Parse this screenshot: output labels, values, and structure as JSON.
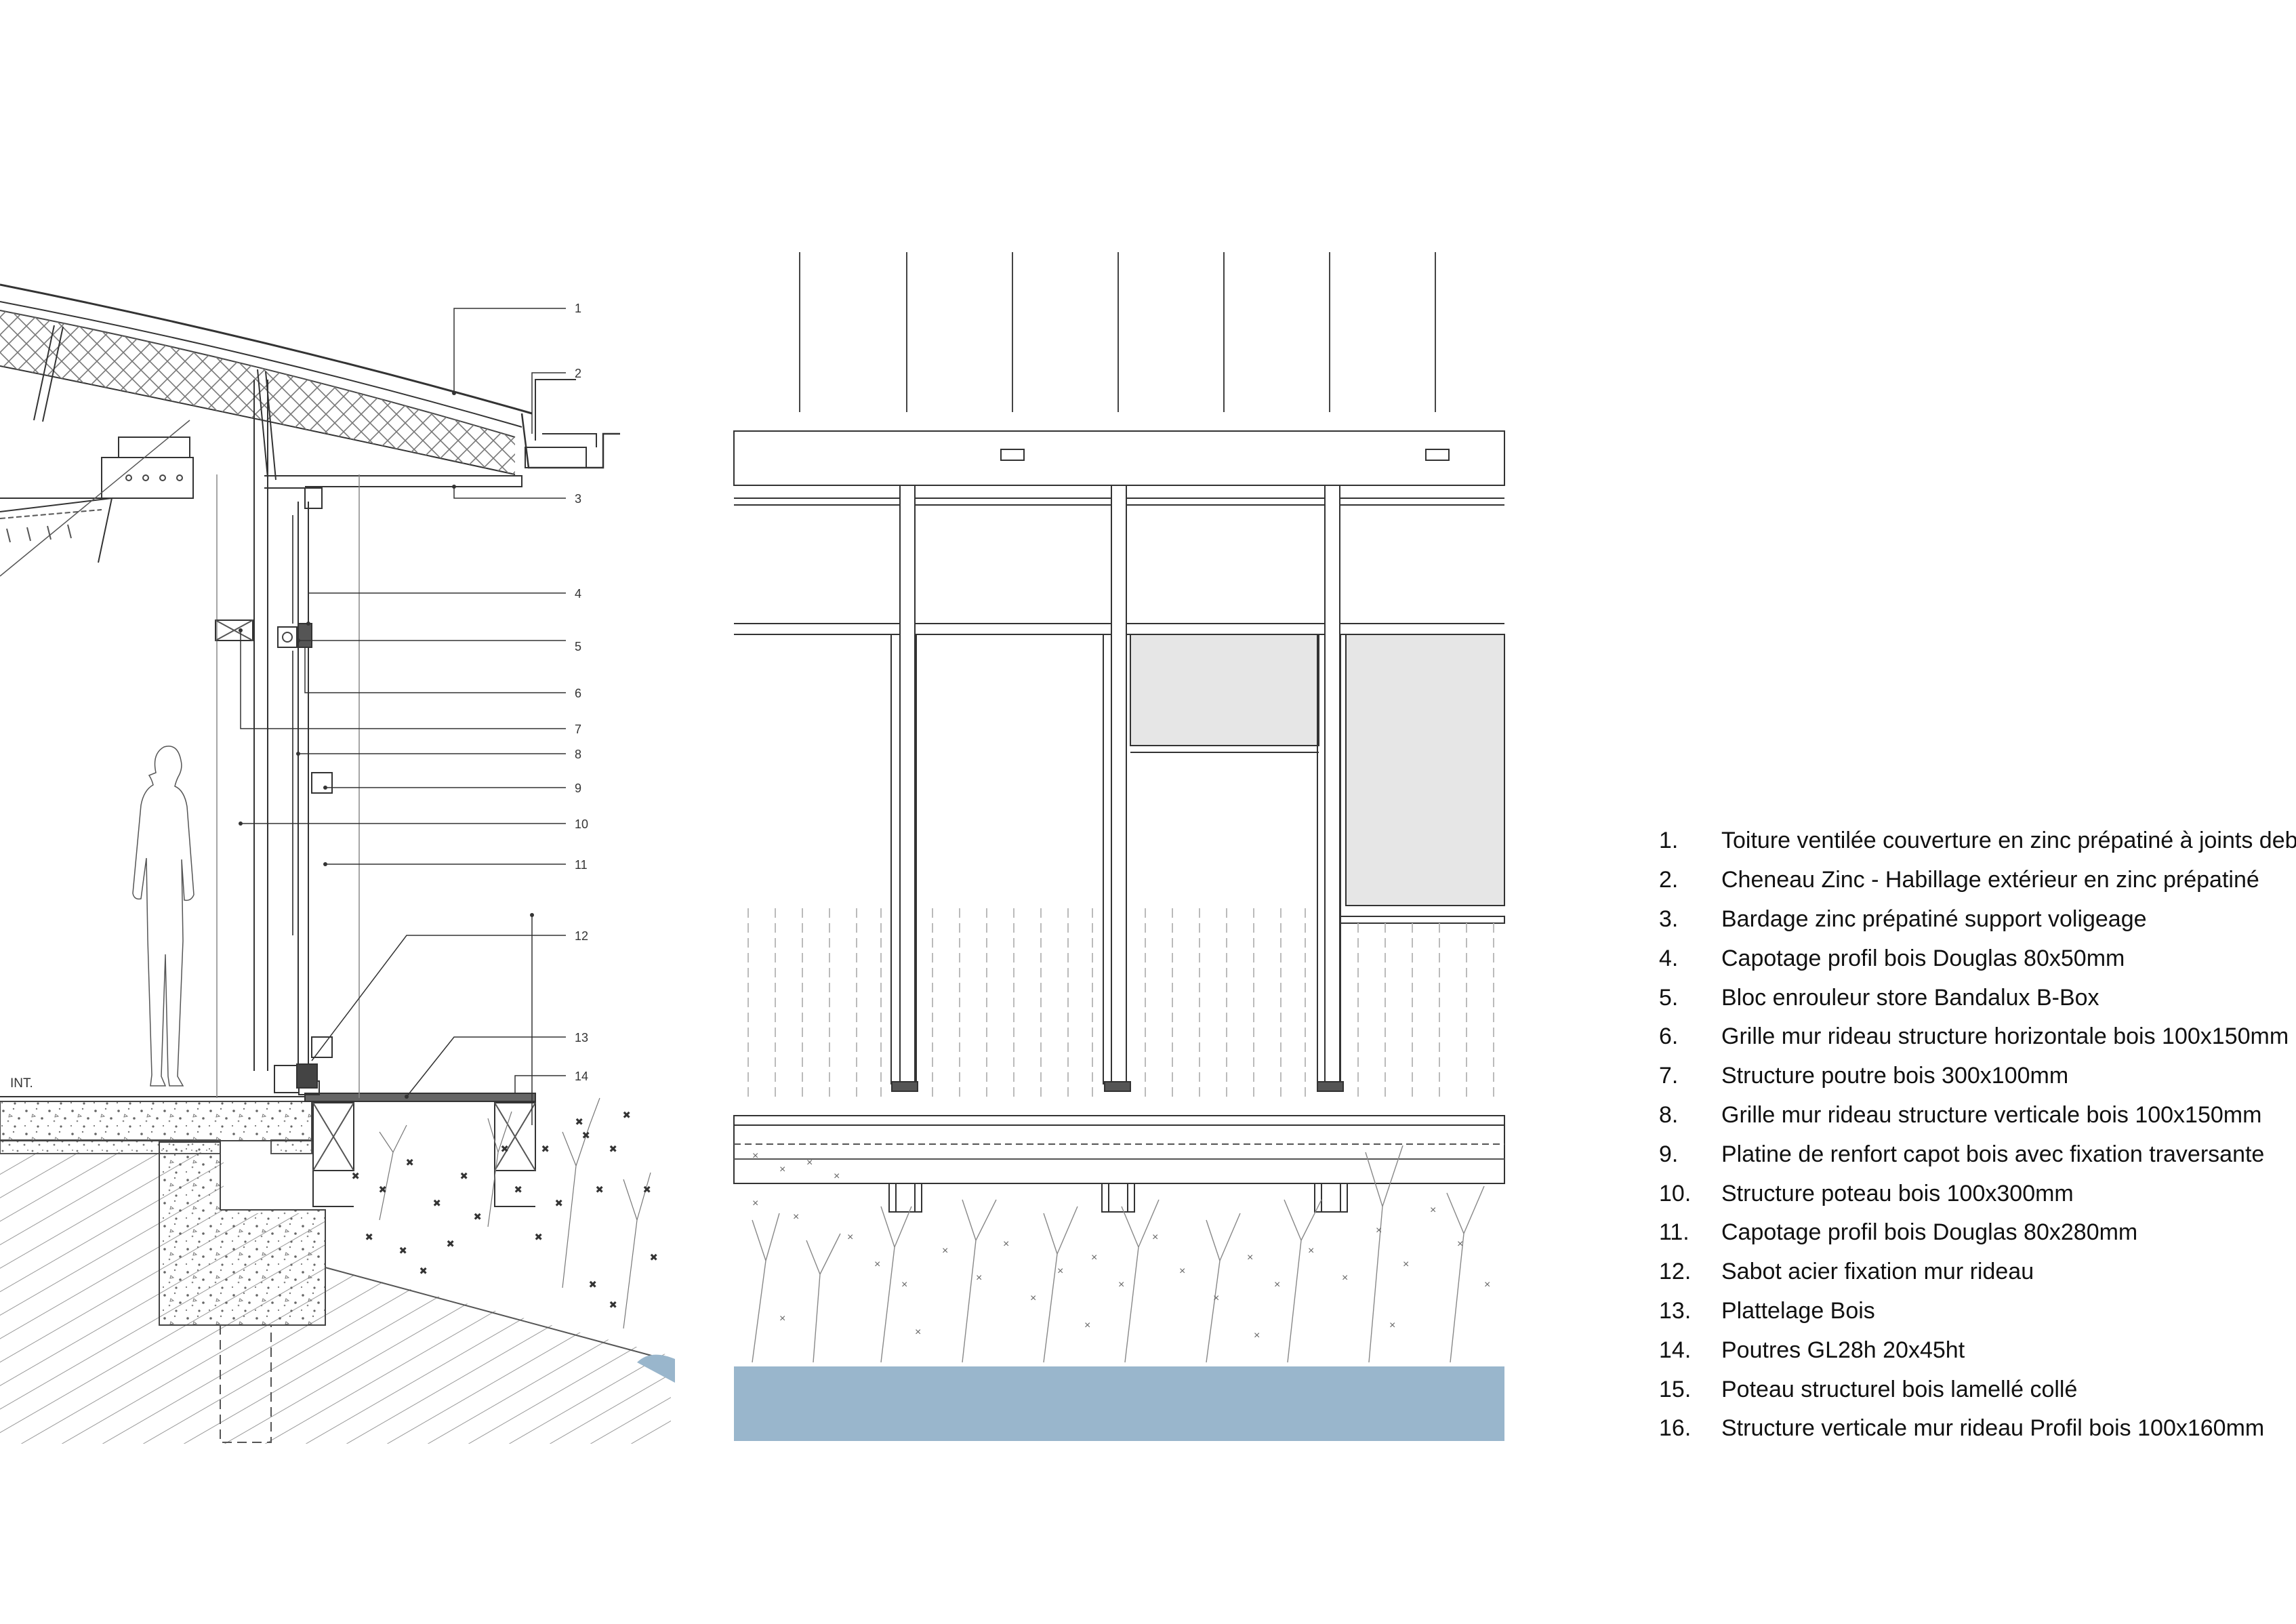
{
  "section": {
    "interior_label": "INT.",
    "callouts": [
      "1",
      "2",
      "3",
      "4",
      "5",
      "6",
      "7",
      "8",
      "9",
      "10",
      "11",
      "12",
      "13",
      "14"
    ]
  },
  "legend": {
    "items": [
      {
        "num": "1.",
        "text": "Toiture ventilée couverture en zinc prépatiné à joints debout"
      },
      {
        "num": "2.",
        "text": "Cheneau Zinc - Habillage extérieur en zinc prépatiné"
      },
      {
        "num": "3.",
        "text": "Bardage zinc prépatiné support voligeage"
      },
      {
        "num": "4.",
        "text": "Capotage profil bois Douglas 80x50mm"
      },
      {
        "num": "5.",
        "text": "Bloc enrouleur store Bandalux B-Box"
      },
      {
        "num": "6.",
        "text": "Grille mur rideau structure horizontale bois 100x150mm"
      },
      {
        "num": "7.",
        "text": "Structure poutre bois 300x100mm"
      },
      {
        "num": "8.",
        "text": "Grille mur rideau structure verticale bois 100x150mm"
      },
      {
        "num": "9.",
        "text": "Platine de renfort capot bois avec fixation traversante"
      },
      {
        "num": "10.",
        "text": "Structure poteau bois 100x300mm"
      },
      {
        "num": "11.",
        "text": "Capotage profil bois Douglas 80x280mm"
      },
      {
        "num": "12.",
        "text": "Sabot acier fixation mur rideau"
      },
      {
        "num": "13.",
        "text": "Plattelage Bois"
      },
      {
        "num": "14.",
        "text": "Poutres GL28h 20x45ht"
      },
      {
        "num": "15.",
        "text": "Poteau structurel bois lamellé collé"
      },
      {
        "num": "16.",
        "text": "Structure verticale mur rideau Profil bois 100x160mm"
      }
    ]
  },
  "colors": {
    "line": "#333333",
    "water": "#99b6cc",
    "glass": "#e6e6e6",
    "hatch": "#888888"
  }
}
